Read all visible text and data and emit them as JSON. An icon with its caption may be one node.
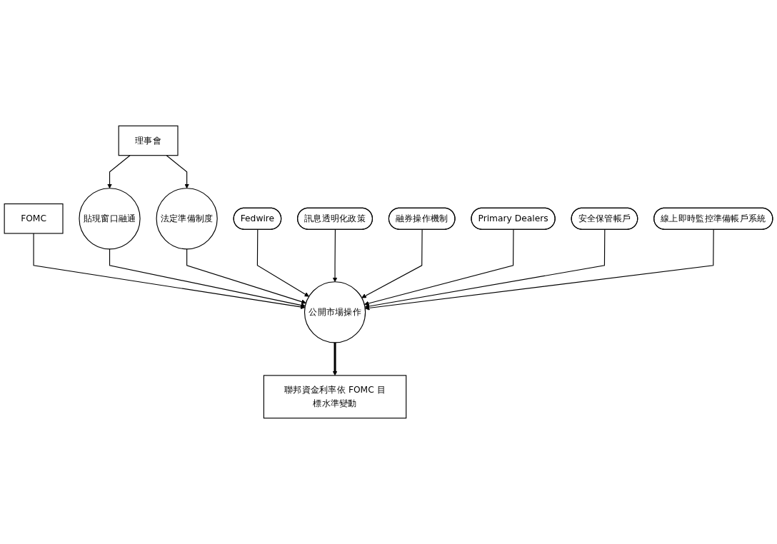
{
  "diagram": {
    "nodes": [
      {
        "text": [
          "理事會"
        ]
      },
      {
        "text": [
          "FOMC"
        ]
      },
      {
        "text": [
          "貼現窗口融通"
        ]
      },
      {
        "text": [
          "公開市場操作"
        ]
      },
      {
        "text": [
          "法定準備制度"
        ]
      },
      {
        "text": [
          "Fedwire"
        ]
      },
      {
        "text": [
          "Primary Dealers"
        ]
      },
      {
        "text": [
          "訊息透明化政策"
        ]
      },
      {
        "text": [
          "安全保管帳戶"
        ]
      },
      {
        "text": [
          "融券操作機制"
        ]
      },
      {
        "text": [
          "線上即時監控準備帳戶系統"
        ]
      },
      {
        "text": [
          "聯邦資金利率依 FOMC 目標水準變動"
        ]
      }
    ],
    "edges": [
      {
        "from": 0,
        "to": 2,
        "arrow": "to"
      },
      {
        "from": 0,
        "to": 4,
        "arrow": "to"
      },
      {
        "from": 1,
        "to": 3,
        "arrow": "to"
      },
      {
        "from": 2,
        "to": 3,
        "arrow": "to"
      },
      {
        "from": 4,
        "to": 3,
        "arrow": "to"
      },
      {
        "from": 5,
        "to": 3,
        "arrow": "to"
      },
      {
        "from": 7,
        "to": 3,
        "arrow": "to"
      },
      {
        "from": 9,
        "to": 3,
        "arrow": "to"
      },
      {
        "from": 6,
        "to": 3,
        "arrow": "to"
      },
      {
        "from": 8,
        "to": 3,
        "arrow": "to"
      },
      {
        "from": 10,
        "to": 3,
        "arrow": "to"
      },
      {
        "from": 3,
        "to": 11,
        "arrow": "to",
        "style": "thick"
      }
    ]
  }
}
